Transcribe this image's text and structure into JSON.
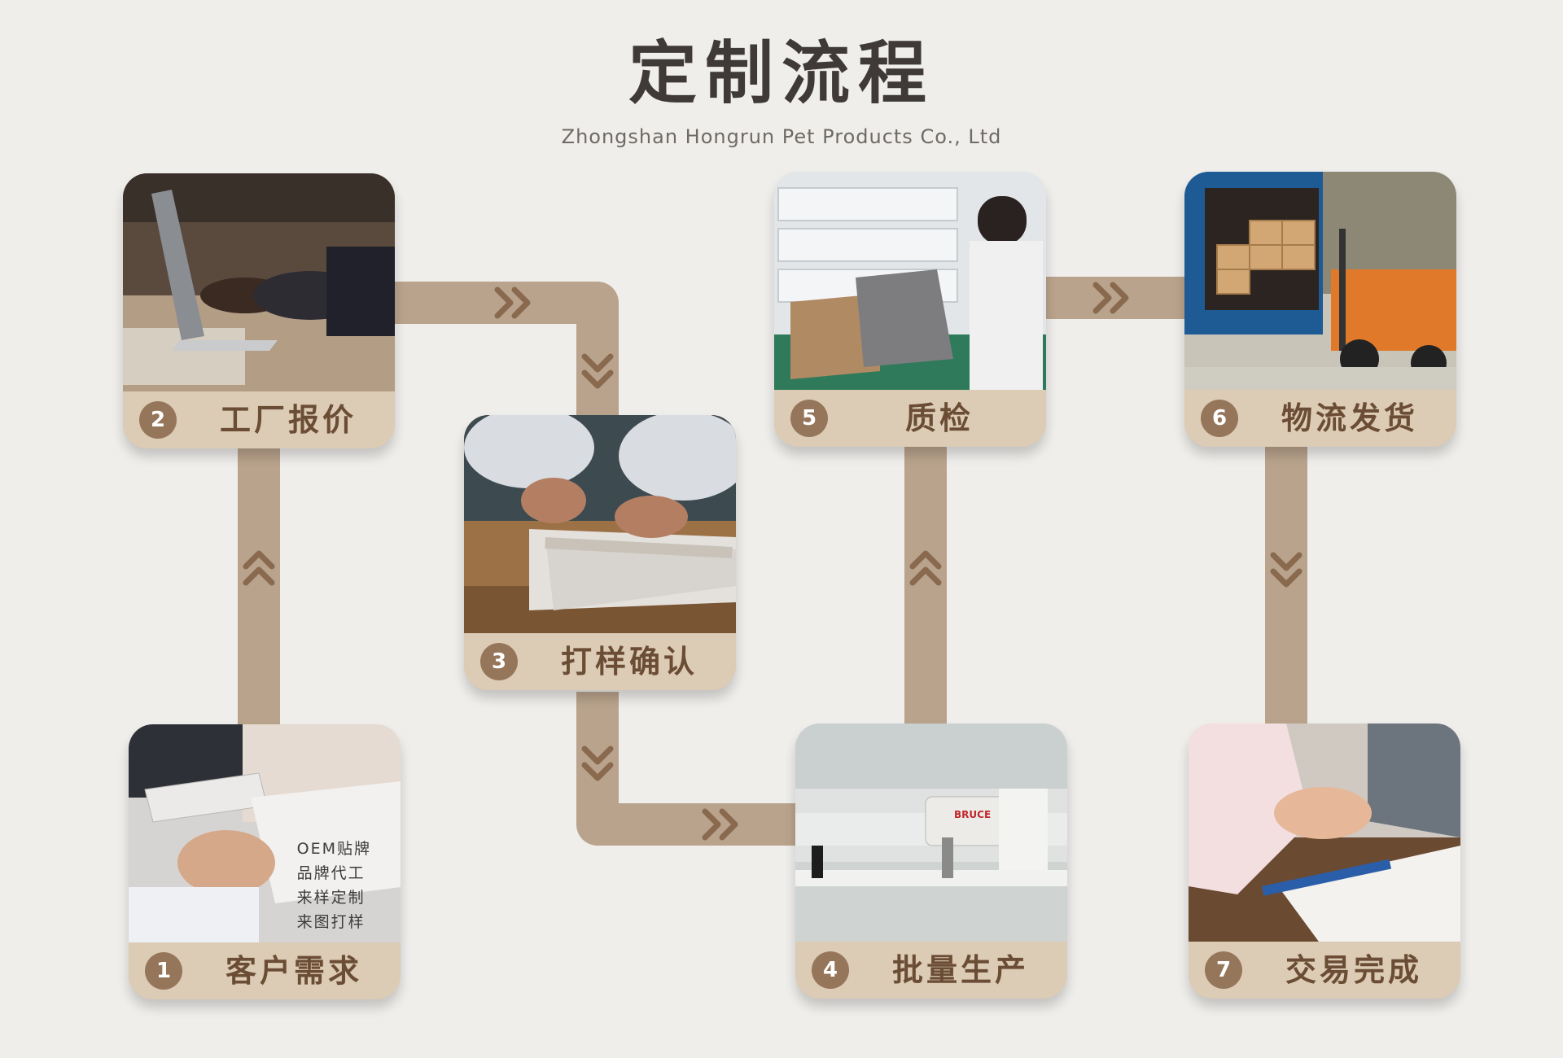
{
  "header": {
    "title": "定制流程",
    "subtitle": "Zhongshan Hongrun Pet Products Co., Ltd"
  },
  "colors": {
    "background": "#efeeeb",
    "connector": "#b9a38c",
    "arrow": "#8a6a4e",
    "label_bar": "#dccbb5",
    "label_text": "#6b4d35",
    "number_badge": "#96765a"
  },
  "steps": [
    {
      "number": "1",
      "label": "客户需求",
      "scene": "meeting with documents"
    },
    {
      "number": "2",
      "label": "工厂报价",
      "scene": "typing on laptop"
    },
    {
      "number": "3",
      "label": "打样确认",
      "scene": "marking fabric with ruler"
    },
    {
      "number": "4",
      "label": "批量生产",
      "scene": "sewing workshop"
    },
    {
      "number": "5",
      "label": "质检",
      "scene": "inspecting pet stairs"
    },
    {
      "number": "6",
      "label": "物流发货",
      "scene": "forklift loading truck"
    },
    {
      "number": "7",
      "label": "交易完成",
      "scene": "handshake"
    }
  ],
  "step1_overlay": [
    "OEM贴牌",
    "品牌代工",
    "来样定制",
    "来图打样"
  ],
  "photo_brand_text": "BRUCE",
  "icons": {
    "arrow_right": "double-chevron-right-icon",
    "arrow_up": "double-chevron-up-icon",
    "arrow_down": "double-chevron-down-icon"
  }
}
